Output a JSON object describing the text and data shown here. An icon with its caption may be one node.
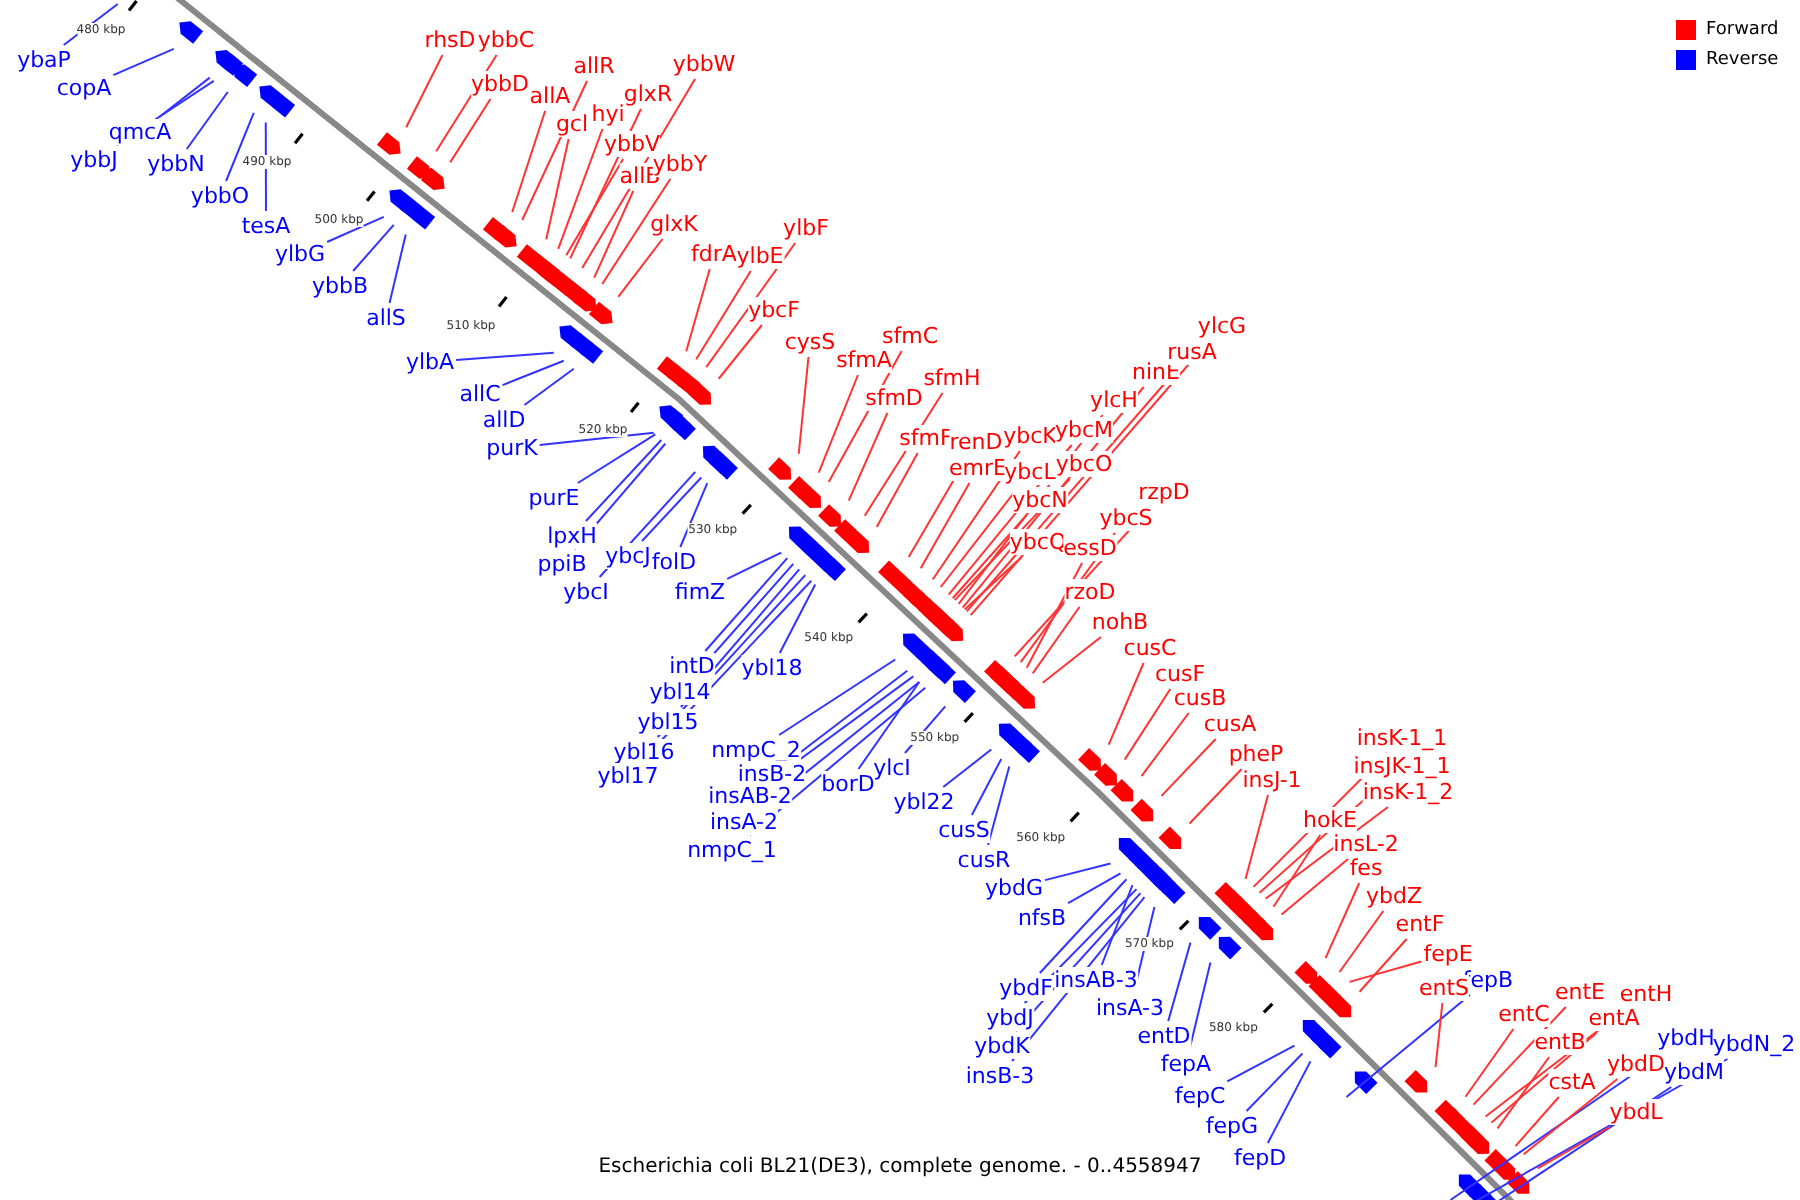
{
  "diagram": {
    "caption": "Escherichia coli BL21(DE3), complete genome. - 0..4558947",
    "nodes": [
      {
        "text": [
          "ybaP"
        ]
      },
      {
        "text": [
          "copA"
        ]
      },
      {
        "text": [
          "qmcA"
        ]
      },
      {
        "text": [
          "ybbJ"
        ]
      },
      {
        "text": [
          "ybbN"
        ]
      },
      {
        "text": [
          "ybbO"
        ]
      },
      {
        "text": [
          "tesA"
        ]
      },
      {
        "text": [
          "ylbG"
        ]
      },
      {
        "text": [
          "ybbB"
        ]
      },
      {
        "text": [
          "allS"
        ]
      },
      {
        "text": [
          "ylbA"
        ]
      },
      {
        "text": [
          "allC"
        ]
      },
      {
        "text": [
          "allD"
        ]
      },
      {
        "text": [
          "purK"
        ]
      },
      {
        "text": [
          "purE"
        ]
      },
      {
        "text": [
          "lpxH"
        ]
      },
      {
        "text": [
          "ppiB"
        ]
      },
      {
        "text": [
          "ybcJ"
        ]
      },
      {
        "text": [
          "folD"
        ]
      },
      {
        "text": [
          "ybcI"
        ]
      },
      {
        "text": [
          "fimZ"
        ]
      },
      {
        "text": [
          "intD"
        ]
      },
      {
        "text": [
          "ybl14"
        ]
      },
      {
        "text": [
          "ybl15"
        ]
      },
      {
        "text": [
          "ybl16"
        ]
      },
      {
        "text": [
          "ybl17"
        ]
      },
      {
        "text": [
          "ybl18"
        ]
      },
      {
        "text": [
          "nmpC_2"
        ]
      },
      {
        "text": [
          "insB-2"
        ]
      },
      {
        "text": [
          "insAB-2"
        ]
      },
      {
        "text": [
          "insA-2"
        ]
      },
      {
        "text": [
          "nmpC_1"
        ]
      },
      {
        "text": [
          "borD"
        ]
      },
      {
        "text": [
          "ylcI"
        ]
      },
      {
        "text": [
          "ybl22"
        ]
      },
      {
        "text": [
          "cusS"
        ]
      },
      {
        "text": [
          "cusR"
        ]
      },
      {
        "text": [
          "ybdG"
        ]
      },
      {
        "text": [
          "nfsB"
        ]
      },
      {
        "text": [
          "ybdF"
        ]
      },
      {
        "text": [
          "insAB-3"
        ]
      },
      {
        "text": [
          "ybdJ"
        ]
      },
      {
        "text": [
          "ybdK"
        ]
      },
      {
        "text": [
          "insB-3"
        ]
      },
      {
        "text": [
          "insA-3"
        ]
      },
      {
        "text": [
          "entD"
        ]
      },
      {
        "text": [
          "fepA"
        ]
      },
      {
        "text": [
          "fepC"
        ]
      },
      {
        "text": [
          "fepG"
        ]
      },
      {
        "text": [
          "fepD"
        ]
      },
      {
        "text": [
          "fepB"
        ]
      },
      {
        "text": [
          "ybdH"
        ]
      },
      {
        "text": [
          "ybdN_2"
        ]
      },
      {
        "text": [
          "ybdM"
        ]
      },
      {
        "text": [
          "rhsD"
        ]
      },
      {
        "text": [
          "ybbC"
        ]
      },
      {
        "text": [
          "ybbD"
        ]
      },
      {
        "text": [
          "allA"
        ]
      },
      {
        "text": [
          "allR"
        ]
      },
      {
        "text": [
          "gcl"
        ]
      },
      {
        "text": [
          "hyi"
        ]
      },
      {
        "text": [
          "glxR"
        ]
      },
      {
        "text": [
          "ybbW"
        ]
      },
      {
        "text": [
          "ybbV"
        ]
      },
      {
        "text": [
          "allB"
        ]
      },
      {
        "text": [
          "ybbY"
        ]
      },
      {
        "text": [
          "glxK"
        ]
      },
      {
        "text": [
          "fdrA"
        ]
      },
      {
        "text": [
          "ylbE"
        ]
      },
      {
        "text": [
          "ylbF"
        ]
      },
      {
        "text": [
          "ybcF"
        ]
      },
      {
        "text": [
          "cysS"
        ]
      },
      {
        "text": [
          "sfmA"
        ]
      },
      {
        "text": [
          "sfmC"
        ]
      },
      {
        "text": [
          "sfmD"
        ]
      },
      {
        "text": [
          "sfmH"
        ]
      },
      {
        "text": [
          "sfmF"
        ]
      },
      {
        "text": [
          "renD"
        ]
      },
      {
        "text": [
          "emrE"
        ]
      },
      {
        "text": [
          "ybcK"
        ]
      },
      {
        "text": [
          "ybcL"
        ]
      },
      {
        "text": [
          "ybcM"
        ]
      },
      {
        "text": [
          "ybcO"
        ]
      },
      {
        "text": [
          "ybcN"
        ]
      },
      {
        "text": [
          "ybcQ"
        ]
      },
      {
        "text": [
          "ylcH"
        ]
      },
      {
        "text": [
          "ninE"
        ]
      },
      {
        "text": [
          "rusA"
        ]
      },
      {
        "text": [
          "ylcG"
        ]
      },
      {
        "text": [
          "rzpD"
        ]
      },
      {
        "text": [
          "ybcS"
        ]
      },
      {
        "text": [
          "essD"
        ]
      },
      {
        "text": [
          "rzoD"
        ]
      },
      {
        "text": [
          "nohB"
        ]
      },
      {
        "text": [
          "cusC"
        ]
      },
      {
        "text": [
          "cusF"
        ]
      },
      {
        "text": [
          "cusB"
        ]
      },
      {
        "text": [
          "cusA"
        ]
      },
      {
        "text": [
          "pheP"
        ]
      },
      {
        "text": [
          "insK-1_1"
        ]
      },
      {
        "text": [
          "insJK-1_1"
        ]
      },
      {
        "text": [
          "insK-1_2"
        ]
      },
      {
        "text": [
          "insJ-1"
        ]
      },
      {
        "text": [
          "hokE"
        ]
      },
      {
        "text": [
          "insL-2"
        ]
      },
      {
        "text": [
          "fes"
        ]
      },
      {
        "text": [
          "ybdZ"
        ]
      },
      {
        "text": [
          "entF"
        ]
      },
      {
        "text": [
          "fepE"
        ]
      },
      {
        "text": [
          "entS"
        ]
      },
      {
        "text": [
          "entC"
        ]
      },
      {
        "text": [
          "entE"
        ]
      },
      {
        "text": [
          "entH"
        ]
      },
      {
        "text": [
          "entA"
        ]
      },
      {
        "text": [
          "entB"
        ]
      },
      {
        "text": [
          "cstA"
        ]
      },
      {
        "text": [
          "ybdD"
        ]
      },
      {
        "text": [
          "ybdL"
        ]
      }
    ],
    "edges": [
      {
        "from": 0,
        "to": null,
        "arrow": "none",
        "color": "#3333ff"
      },
      {
        "from": 1,
        "to": null,
        "arrow": "none",
        "color": "#3333ff"
      },
      {
        "from": 2,
        "to": null,
        "arrow": "none",
        "color": "#3333ff"
      },
      {
        "from": 3,
        "to": null,
        "arrow": "none",
        "color": "#3333ff"
      },
      {
        "from": 4,
        "to": null,
        "arrow": "none",
        "color": "#3333ff"
      },
      {
        "from": 5,
        "to": null,
        "arrow": "none",
        "color": "#3333ff"
      },
      {
        "from": 6,
        "to": null,
        "arrow": "none",
        "color": "#3333ff"
      },
      {
        "from": 7,
        "to": null,
        "arrow": "none",
        "color": "#3333ff"
      },
      {
        "from": 8,
        "to": null,
        "arrow": "none",
        "color": "#3333ff"
      },
      {
        "from": 9,
        "to": null,
        "arrow": "none",
        "color": "#3333ff"
      },
      {
        "from": 10,
        "to": null,
        "arrow": "none",
        "color": "#3333ff"
      },
      {
        "from": 11,
        "to": null,
        "arrow": "none",
        "color": "#3333ff"
      },
      {
        "from": 12,
        "to": null,
        "arrow": "none",
        "color": "#3333ff"
      },
      {
        "from": 13,
        "to": null,
        "arrow": "none",
        "color": "#3333ff"
      },
      {
        "from": 14,
        "to": null,
        "arrow": "none",
        "color": "#3333ff"
      },
      {
        "from": 15,
        "to": null,
        "arrow": "none",
        "color": "#3333ff"
      },
      {
        "from": 16,
        "to": null,
        "arrow": "none",
        "color": "#3333ff"
      },
      {
        "from": 17,
        "to": null,
        "arrow": "none",
        "color": "#3333ff"
      },
      {
        "from": 18,
        "to": null,
        "arrow": "none",
        "color": "#3333ff"
      },
      {
        "from": 19,
        "to": null,
        "arrow": "none",
        "color": "#3333ff"
      },
      {
        "from": 20,
        "to": null,
        "arrow": "none",
        "color": "#3333ff"
      },
      {
        "from": 21,
        "to": null,
        "arrow": "none",
        "color": "#3333ff"
      },
      {
        "from": 22,
        "to": null,
        "arrow": "none",
        "color": "#3333ff"
      },
      {
        "from": 23,
        "to": null,
        "arrow": "none",
        "color": "#3333ff"
      },
      {
        "from": 24,
        "to": null,
        "arrow": "none",
        "color": "#3333ff"
      },
      {
        "from": 25,
        "to": null,
        "arrow": "none",
        "color": "#3333ff"
      },
      {
        "from": 26,
        "to": null,
        "arrow": "none",
        "color": "#3333ff"
      },
      {
        "from": 27,
        "to": null,
        "arrow": "none",
        "color": "#3333ff"
      },
      {
        "from": 28,
        "to": null,
        "arrow": "none",
        "color": "#3333ff"
      },
      {
        "from": 29,
        "to": null,
        "arrow": "none",
        "color": "#3333ff"
      },
      {
        "from": 30,
        "to": null,
        "arrow": "none",
        "color": "#3333ff"
      },
      {
        "from": 31,
        "to": null,
        "arrow": "none",
        "color": "#3333ff"
      },
      {
        "from": 32,
        "to": null,
        "arrow": "none",
        "color": "#3333ff"
      },
      {
        "from": 33,
        "to": null,
        "arrow": "none",
        "color": "#3333ff"
      },
      {
        "from": 34,
        "to": null,
        "arrow": "none",
        "color": "#3333ff"
      },
      {
        "from": 35,
        "to": null,
        "arrow": "none",
        "color": "#3333ff"
      },
      {
        "from": 36,
        "to": null,
        "arrow": "none",
        "color": "#3333ff"
      },
      {
        "from": 37,
        "to": null,
        "arrow": "none",
        "color": "#3333ff"
      },
      {
        "from": 38,
        "to": null,
        "arrow": "none",
        "color": "#3333ff"
      },
      {
        "from": 39,
        "to": null,
        "arrow": "none",
        "color": "#3333ff"
      },
      {
        "from": 40,
        "to": null,
        "arrow": "none",
        "color": "#3333ff"
      },
      {
        "from": 41,
        "to": null,
        "arrow": "none",
        "color": "#3333ff"
      },
      {
        "from": 42,
        "to": null,
        "arrow": "none",
        "color": "#3333ff"
      },
      {
        "from": 43,
        "to": null,
        "arrow": "none",
        "color": "#3333ff"
      },
      {
        "from": 44,
        "to": null,
        "arrow": "none",
        "color": "#3333ff"
      },
      {
        "from": 45,
        "to": null,
        "arrow": "none",
        "color": "#3333ff"
      },
      {
        "from": 46,
        "to": null,
        "arrow": "none",
        "color": "#3333ff"
      },
      {
        "from": 47,
        "to": null,
        "arrow": "none",
        "color": "#3333ff"
      },
      {
        "from": 48,
        "to": null,
        "arrow": "none",
        "color": "#3333ff"
      },
      {
        "from": 49,
        "to": null,
        "arrow": "none",
        "color": "#3333ff"
      },
      {
        "from": 50,
        "to": null,
        "arrow": "none",
        "color": "#3333ff"
      },
      {
        "from": 51,
        "to": null,
        "arrow": "none",
        "color": "#3333ff"
      },
      {
        "from": 52,
        "to": null,
        "arrow": "none",
        "color": "#3333ff"
      },
      {
        "from": 53,
        "to": null,
        "arrow": "none",
        "color": "#3333ff"
      },
      {
        "from": 54,
        "to": null,
        "arrow": "none"
      },
      {
        "from": 55,
        "to": null,
        "arrow": "none"
      },
      {
        "from": 56,
        "to": null,
        "arrow": "none"
      },
      {
        "from": 57,
        "to": null,
        "arrow": "none"
      },
      {
        "from": 58,
        "to": null,
        "arrow": "none"
      },
      {
        "from": 59,
        "to": null,
        "arrow": "none"
      },
      {
        "from": 60,
        "to": null,
        "arrow": "none"
      },
      {
        "from": 61,
        "to": null,
        "arrow": "none"
      },
      {
        "from": 62,
        "to": null,
        "arrow": "none"
      },
      {
        "from": 63,
        "to": null,
        "arrow": "none"
      },
      {
        "from": 64,
        "to": null,
        "arrow": "none"
      },
      {
        "from": 65,
        "to": null,
        "arrow": "none"
      },
      {
        "from": 66,
        "to": null,
        "arrow": "none"
      },
      {
        "from": 67,
        "to": null,
        "arrow": "none"
      },
      {
        "from": 68,
        "to": null,
        "arrow": "none"
      },
      {
        "from": 69,
        "to": null,
        "arrow": "none"
      },
      {
        "from": 70,
        "to": null,
        "arrow": "none"
      },
      {
        "from": 71,
        "to": null,
        "arrow": "none"
      },
      {
        "from": 72,
        "to": null,
        "arrow": "none"
      },
      {
        "from": 73,
        "to": null,
        "arrow": "none"
      },
      {
        "from": 74,
        "to": null,
        "arrow": "none"
      },
      {
        "from": 75,
        "to": null,
        "arrow": "none"
      },
      {
        "from": 76,
        "to": null,
        "arrow": "none"
      },
      {
        "from": 77,
        "to": null,
        "arrow": "none"
      },
      {
        "from": 78,
        "to": null,
        "arrow": "none"
      },
      {
        "from": 79,
        "to": null,
        "arrow": "none"
      },
      {
        "from": 80,
        "to": null,
        "arrow": "none"
      },
      {
        "from": 81,
        "to": null,
        "arrow": "none"
      },
      {
        "from": 82,
        "to": null,
        "arrow": "none"
      },
      {
        "from": 83,
        "to": null,
        "arrow": "none"
      },
      {
        "from": 84,
        "to": null,
        "arrow": "none"
      },
      {
        "from": 85,
        "to": null,
        "arrow": "none"
      },
      {
        "from": 86,
        "to": null,
        "arrow": "none"
      },
      {
        "from": 87,
        "to": null,
        "arrow": "none"
      },
      {
        "from": 88,
        "to": null,
        "arrow": "none"
      },
      {
        "from": 89,
        "to": null,
        "arrow": "none"
      },
      {
        "from": 90,
        "to": null,
        "arrow": "none"
      },
      {
        "from": 91,
        "to": null,
        "arrow": "none"
      },
      {
        "from": 92,
        "to": null,
        "arrow": "none"
      },
      {
        "from": 93,
        "to": null,
        "arrow": "none"
      },
      {
        "from": 94,
        "to": null,
        "arrow": "none"
      },
      {
        "from": 95,
        "to": null,
        "arrow": "none"
      },
      {
        "from": 96,
        "to": null,
        "arrow": "none"
      },
      {
        "from": 97,
        "to": null,
        "arrow": "none"
      },
      {
        "from": 98,
        "to": null,
        "arrow": "none"
      },
      {
        "from": 99,
        "to": null,
        "arrow": "none"
      },
      {
        "from": 100,
        "to": null,
        "arrow": "none"
      },
      {
        "from": 101,
        "to": null,
        "arrow": "none"
      },
      {
        "from": 102,
        "to": null,
        "arrow": "none"
      },
      {
        "from": 103,
        "to": null,
        "arrow": "none"
      },
      {
        "from": 104,
        "to": null,
        "arrow": "none"
      },
      {
        "from": 105,
        "to": null,
        "arrow": "none"
      },
      {
        "from": 106,
        "to": null,
        "arrow": "none"
      },
      {
        "from": 107,
        "to": null,
        "arrow": "none"
      },
      {
        "from": 108,
        "to": null,
        "arrow": "none"
      },
      {
        "from": 109,
        "to": null,
        "arrow": "none"
      },
      {
        "from": 110,
        "to": null,
        "arrow": "none"
      },
      {
        "from": 111,
        "to": null,
        "arrow": "none"
      },
      {
        "from": 112,
        "to": null,
        "arrow": "none"
      },
      {
        "from": 113,
        "to": null,
        "arrow": "none"
      },
      {
        "from": 114,
        "to": null,
        "arrow": "none"
      },
      {
        "from": 115,
        "to": null,
        "arrow": "none"
      },
      {
        "from": 116,
        "to": null,
        "arrow": "none"
      },
      {
        "from": 117,
        "to": null,
        "arrow": "none"
      }
    ],
    "labels": [
      "480 kbp",
      "490 kbp",
      "500 kbp",
      "510 kbp",
      "520 kbp",
      "530 kbp",
      "540 kbp",
      "550 kbp",
      "560 kbp",
      "570 kbp",
      "580 kbp"
    ],
    "legend": [
      {
        "text": "Forward",
        "color": "#ff0000"
      },
      {
        "text": "Reverse",
        "color": "#0000ff"
      }
    ]
  }
}
